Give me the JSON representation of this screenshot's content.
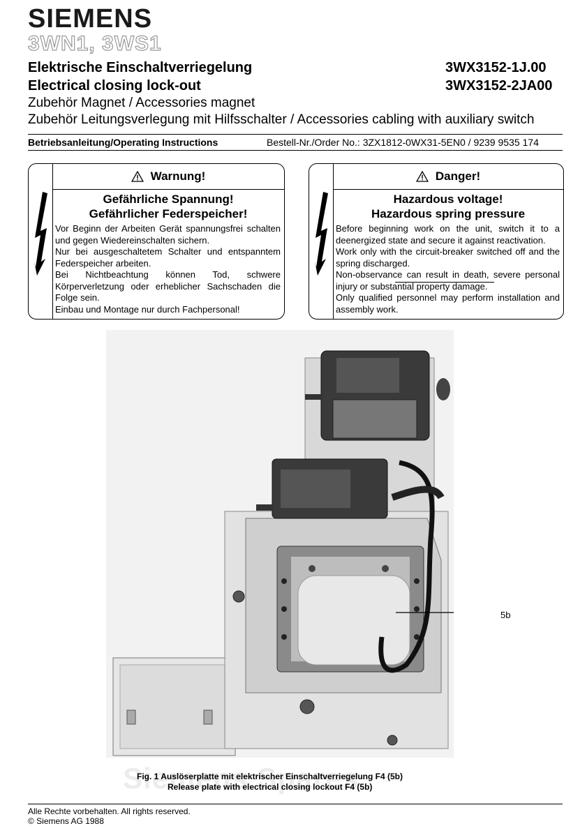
{
  "header": {
    "brand": "SIEMENS",
    "series": "3WN1, 3WS1",
    "title_de": "Elektrische Einschaltverriegelung",
    "code1": "3WX3152-1J.00",
    "title_en": "Electrical closing lock-out",
    "code2": "3WX3152-2JA00",
    "line3": "Zubehör Magnet / Accessories magnet",
    "line4": "Zubehör Leitungsverlegung mit Hilfsschalter / Accessories cabling with auxiliary switch"
  },
  "ops": {
    "label": "Betriebsanleitung/Operating Instructions",
    "order": "Bestell-Nr./Order No.: 3ZX1812-0WX31-5EN0 / 9239 9535 174"
  },
  "warn_de": {
    "heading": "Warnung!",
    "hazard1": "Gefährliche Spannung!",
    "hazard2": "Gefährlicher Federspeicher!",
    "text": "Vor Beginn der Arbeiten Gerät spannungsfrei schalten und gegen Wiedereinschalten sichern.\nNur bei ausgeschaltetem Schalter und entspanntem Federspeicher arbeiten.\nBei Nichtbeachtung können Tod, schwere Körperverletzung oder erheblicher Sachschaden die Folge sein.\nEinbau und Montage nur durch Fachpersonal!"
  },
  "warn_en": {
    "heading": "Danger!",
    "hazard1": "Hazardous voltage!",
    "hazard2": "Hazardous spring pressure",
    "text": "Before beginning work on the unit, switch it to a deenergized state and secure it against reactivation.\nWork only with the circuit-breaker switched off and the spring discharged.\nNon-observance can result in death, severe personal injury or substantial property damage.\nOnly qualified personnel may perform installation and assembly work."
  },
  "figure": {
    "callout": "5b",
    "caption_de": "Fig. 1  Auslöserplatte mit elektrischer Einschaltverriegelung F4 (5b)",
    "caption_en": "Release plate with electrical closing lockout F4 (5b)",
    "watermark": "Siemens Spares"
  },
  "footer": {
    "rights": "Alle Rechte vorbehalten. All rights reserved.",
    "copyright": "© Siemens AG 1988"
  }
}
